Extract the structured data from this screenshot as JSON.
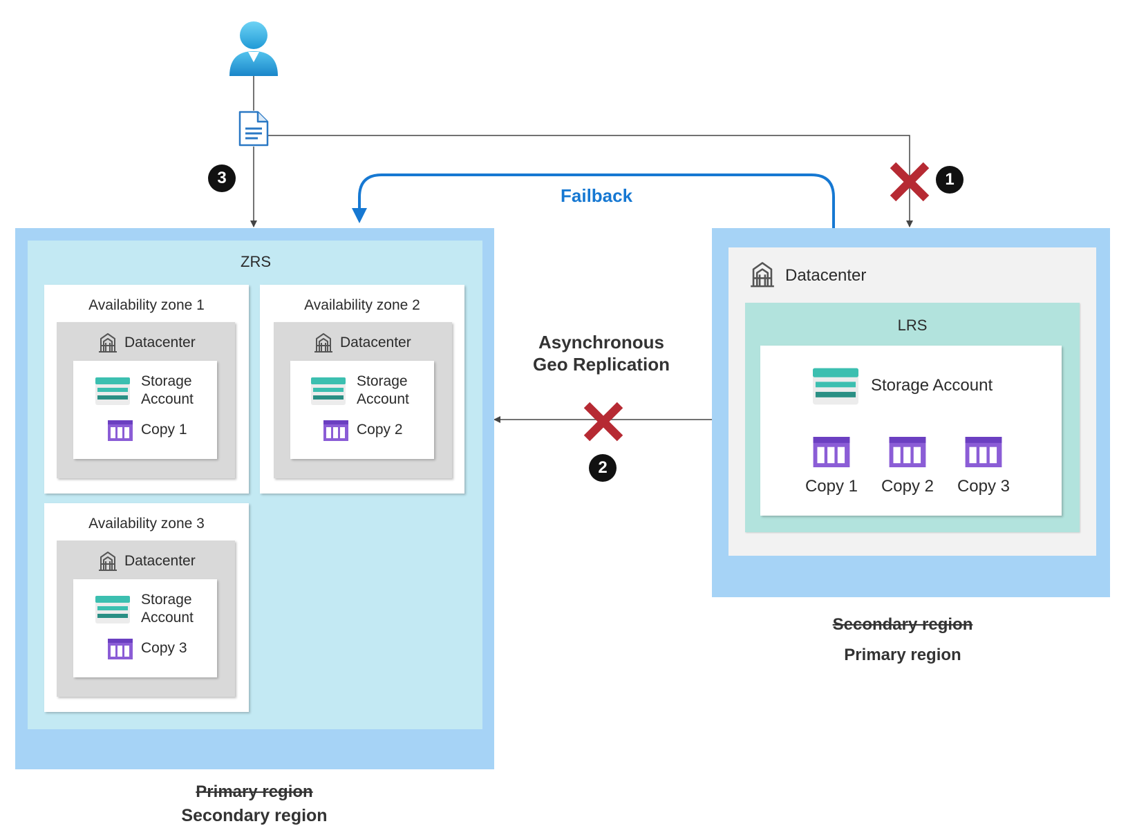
{
  "labels": {
    "failback": "Failback",
    "async_line1": "Asynchronous",
    "async_line2": "Geo Replication",
    "zrs": "ZRS",
    "lrs": "LRS",
    "datacenter": "Datacenter",
    "storage_line1": "Storage",
    "storage_line2": "Account",
    "storage_account": "Storage Account"
  },
  "zones": [
    {
      "title": "Availability zone 1",
      "copy": "Copy 1"
    },
    {
      "title": "Availability zone 2",
      "copy": "Copy 2"
    },
    {
      "title": "Availability zone 3",
      "copy": "Copy 3"
    }
  ],
  "lrs_copies": [
    "Copy 1",
    "Copy 2",
    "Copy 3"
  ],
  "left_region": {
    "old_label": "Primary region",
    "new_label": "Secondary region"
  },
  "right_region": {
    "old_label": "Secondary region",
    "new_label": "Primary region"
  },
  "steps": [
    "1",
    "2",
    "3"
  ],
  "icons": {
    "user": "user-icon",
    "document": "document-icon",
    "datacenter": "datacenter-building-icon",
    "storage": "storage-account-icon",
    "table": "table-copy-icon",
    "failure": "red-x-icon"
  },
  "colors": {
    "region_fill": "#a6d3f6",
    "zrs_fill": "#c3e9f3",
    "lrs_fill": "#b2e3dd",
    "failback_blue": "#1678d2",
    "failure_red": "#b62a33",
    "storage_teal": "#3cbfb0",
    "copy_purple": "#8b5dd6"
  }
}
